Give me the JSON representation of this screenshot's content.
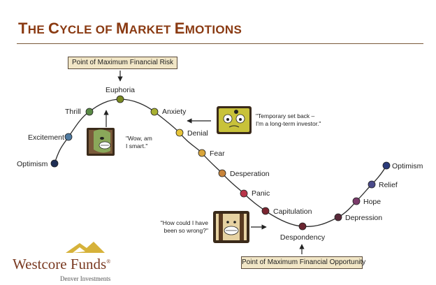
{
  "title": {
    "first": "T",
    "rest1": "HE ",
    "c": "C",
    "rest2": "YCLE OF ",
    "m": "M",
    "rest3": "ARKET ",
    "e": "E",
    "rest4": "MOTIONS"
  },
  "callouts": {
    "top": "Point of Maximum Financial Risk",
    "bottom": "Point of Maximum Financial Opportunity"
  },
  "stages": [
    {
      "label": "Optimism",
      "color": "#1f2f55"
    },
    {
      "label": "Excitement",
      "color": "#4f7aa0"
    },
    {
      "label": "Thrill",
      "color": "#5a8a45"
    },
    {
      "label": "Euphoria",
      "color": "#7a8a22"
    },
    {
      "label": "Anxiety",
      "color": "#a8b032"
    },
    {
      "label": "Denial",
      "color": "#e6c43a"
    },
    {
      "label": "Fear",
      "color": "#d9a53a"
    },
    {
      "label": "Desperation",
      "color": "#c8843a"
    },
    {
      "label": "Panic",
      "color": "#b8354a"
    },
    {
      "label": "Capitulation",
      "color": "#7a2530"
    },
    {
      "label": "Despondency",
      "color": "#6a2530"
    },
    {
      "label": "Depression",
      "color": "#5a2a3a"
    },
    {
      "label": "Hope",
      "color": "#7a3a6a"
    },
    {
      "label": "Relief",
      "color": "#4a4a8a"
    },
    {
      "label": "Optimism",
      "color": "#2a3a7a"
    }
  ],
  "quotes": {
    "smart": [
      "\"Wow, am",
      "I smart.\""
    ],
    "setback": [
      "\"Temporary set back –",
      "I'm a long-term investor.\""
    ],
    "wrong": [
      "\"How could I have",
      "been so wrong?\""
    ]
  },
  "logo": {
    "name": "Westcore Funds",
    "mark": "®",
    "sub": "Denver Investments"
  },
  "colors": {
    "title": "#8a3a12",
    "callout_bg": "#f1e6c6",
    "curve": "#2a2a2a",
    "logo_gold": "#d6b23a"
  }
}
